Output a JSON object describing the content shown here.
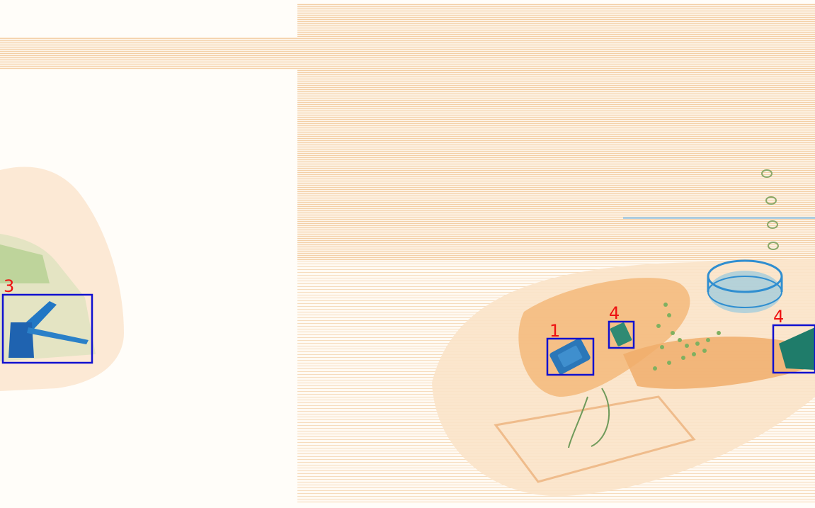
{
  "scene": {
    "description_kind": "x-ray baggage scan, two panels",
    "colors": {
      "background": "#fffdf9",
      "organic": "#f2b070",
      "organic_dark": "#e8964a",
      "inorganic": "#4aa8d8",
      "metal": "#1f6fb8",
      "green": "#7ab85a",
      "box": "#1010d0",
      "label": "#ee1111"
    }
  },
  "detections": [
    {
      "id": "det-3-left",
      "label": "3"
    },
    {
      "id": "det-1",
      "label": "1"
    },
    {
      "id": "det-4-center",
      "label": "4"
    },
    {
      "id": "det-4-right",
      "label": "4"
    }
  ]
}
